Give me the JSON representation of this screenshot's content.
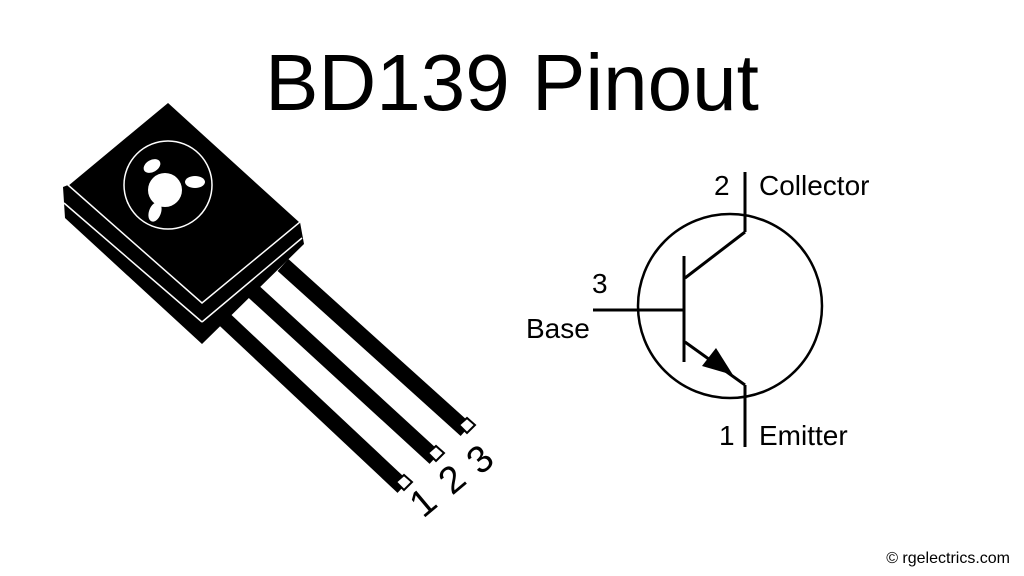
{
  "title": "BD139 Pinout",
  "package": {
    "pin_numbers": [
      "1",
      "2",
      "3"
    ]
  },
  "schematic": {
    "collector": {
      "pin": "2",
      "label": "Collector"
    },
    "base": {
      "pin": "3",
      "label": "Base"
    },
    "emitter": {
      "pin": "1",
      "label": "Emitter"
    }
  },
  "credit": "© rgelectrics.com"
}
